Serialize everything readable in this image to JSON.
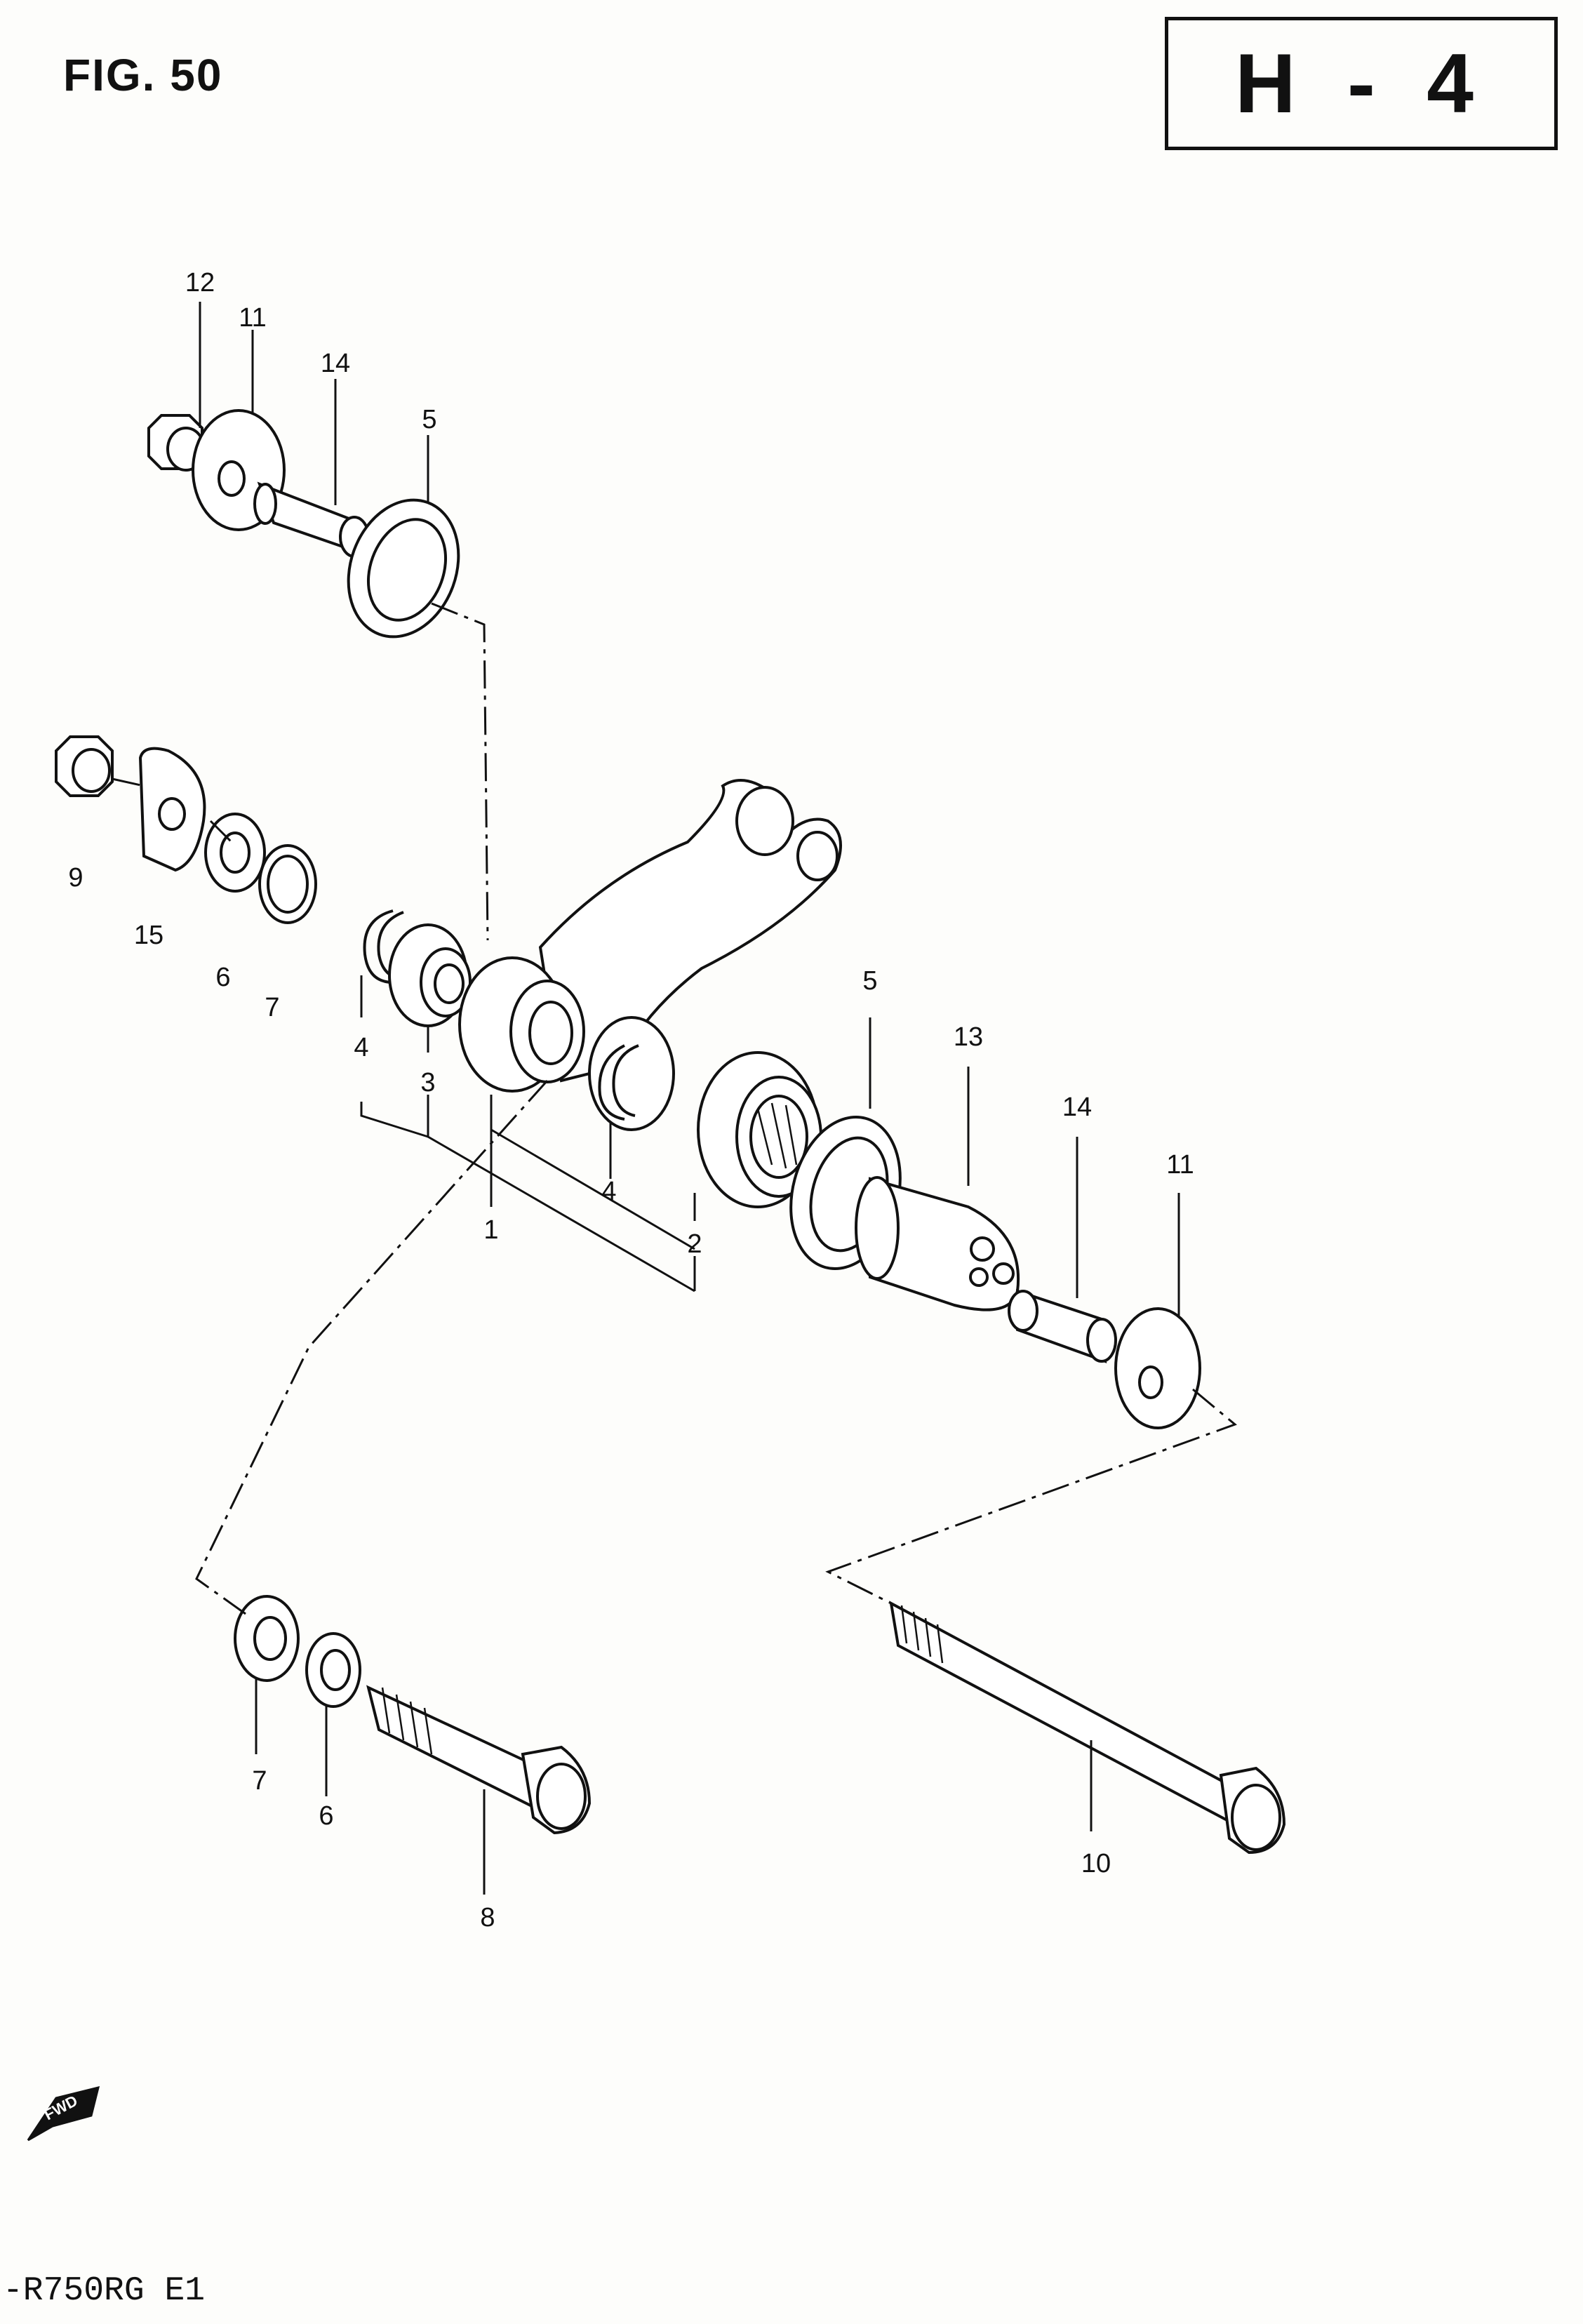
{
  "figure": {
    "title": "FIG. 50",
    "section_code": "H - 4",
    "model_code": "-R750RG  E1",
    "direction_marker": "FWD"
  },
  "callouts": [
    {
      "id": "c12a",
      "label": "12"
    },
    {
      "id": "c11a",
      "label": "11"
    },
    {
      "id": "c14a",
      "label": "14"
    },
    {
      "id": "c5a",
      "label": "5"
    },
    {
      "id": "c9",
      "label": "9"
    },
    {
      "id": "c15",
      "label": "15"
    },
    {
      "id": "c6a",
      "label": "6"
    },
    {
      "id": "c7a",
      "label": "7"
    },
    {
      "id": "c4a",
      "label": "4"
    },
    {
      "id": "c3",
      "label": "3"
    },
    {
      "id": "c1",
      "label": "1"
    },
    {
      "id": "c4b",
      "label": "4"
    },
    {
      "id": "c2",
      "label": "2"
    },
    {
      "id": "c5b",
      "label": "5"
    },
    {
      "id": "c13",
      "label": "13"
    },
    {
      "id": "c14b",
      "label": "14"
    },
    {
      "id": "c11b",
      "label": "11"
    },
    {
      "id": "c7b",
      "label": "7"
    },
    {
      "id": "c6b",
      "label": "6"
    },
    {
      "id": "c8",
      "label": "8"
    },
    {
      "id": "c10",
      "label": "10"
    }
  ]
}
